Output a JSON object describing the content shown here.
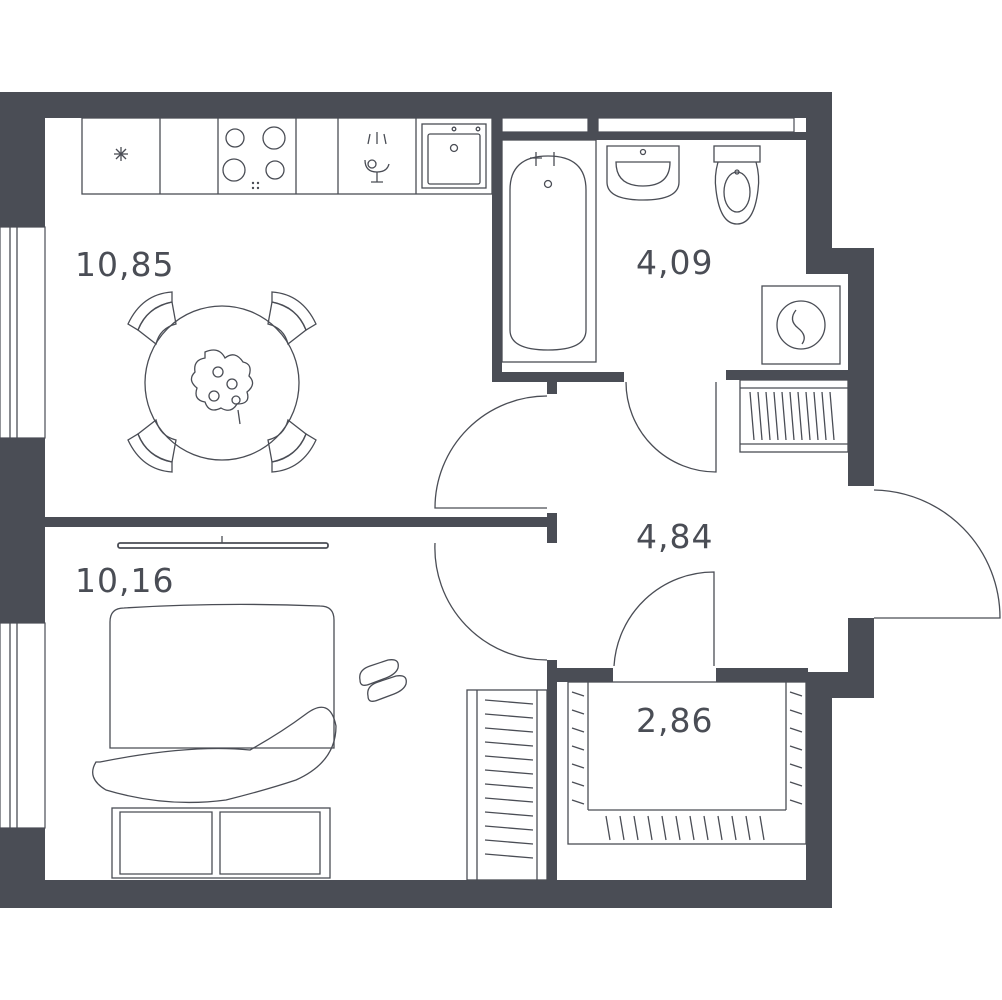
{
  "rooms": [
    {
      "id": "kitchen",
      "area": "10,85"
    },
    {
      "id": "bathroom",
      "area": "4,09"
    },
    {
      "id": "hallway",
      "area": "4,84"
    },
    {
      "id": "bedroom",
      "area": "10,16"
    },
    {
      "id": "wardrobe",
      "area": "2,86"
    }
  ],
  "colors": {
    "wall": "#4a4d55",
    "background": "#ffffff"
  }
}
